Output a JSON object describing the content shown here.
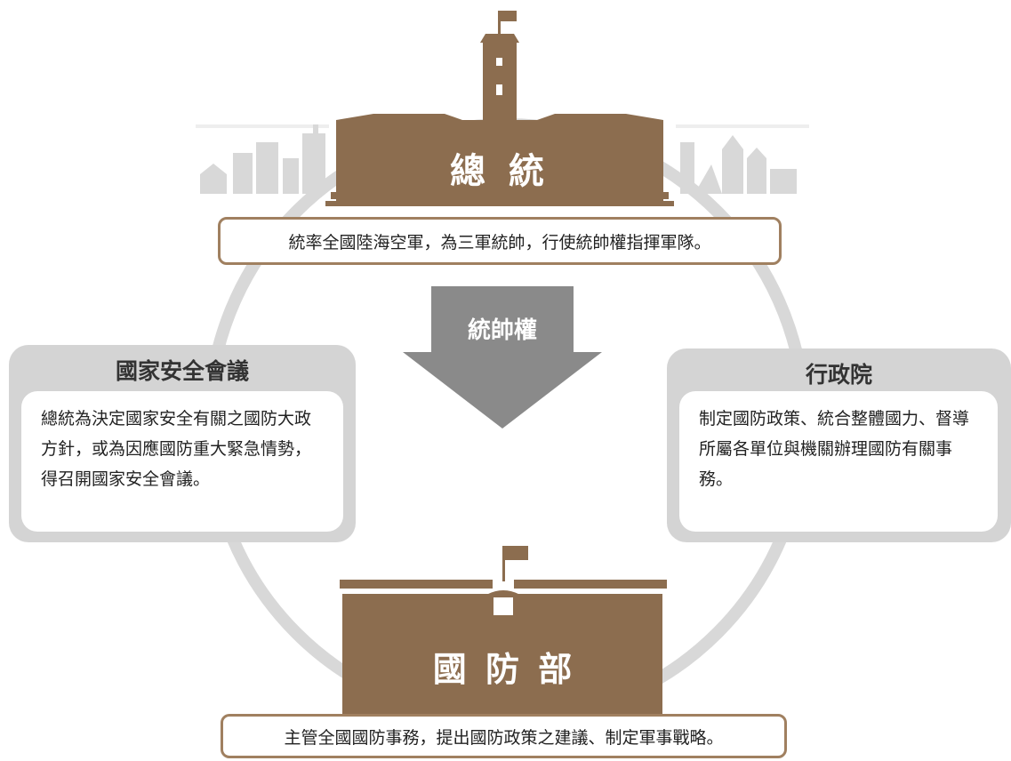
{
  "colors": {
    "brown": "#8c6d4f",
    "grey_ring": "#d6d6d6",
    "arrow": "#8a8a8a",
    "border": "#a08060"
  },
  "president": {
    "title": "總 統",
    "description": "統率全國陸海空軍，為三軍統帥，行使統帥權指揮軍隊。"
  },
  "arrow_label": "統帥權",
  "nsc": {
    "title": "國家安全會議",
    "description": "總統為決定國家安全有關之國防大政方針，或為因應國防重大緊急情勢，得召開國家安全會議。"
  },
  "executive_yuan": {
    "title": "行政院",
    "description": "制定國防政策、統合整體國力、督導所屬各單位與機關辦理國防有關事務。"
  },
  "mnd": {
    "title": "國 防 部",
    "description": "主管全國國防事務，提出國防政策之建議、制定軍事戰略。"
  }
}
